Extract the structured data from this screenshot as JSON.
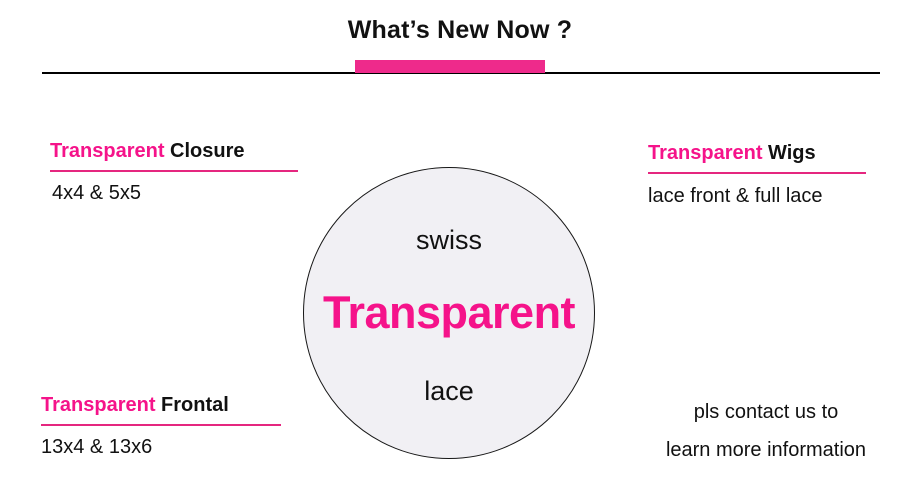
{
  "header": {
    "title": "What’s New Now ?",
    "accent_color": "#ee2a8b",
    "rule_color": "#000000"
  },
  "circle": {
    "top_word": "swiss",
    "main_word": "Transparent",
    "bottom_word": "lace",
    "fill_color": "#f1f0f4",
    "border_color": "#171717",
    "main_word_color": "#f5138a"
  },
  "features": [
    {
      "id": "closure",
      "accent_word": "Transparent",
      "plain_word": "Closure",
      "sub": "4x4 & 5x5"
    },
    {
      "id": "frontal",
      "accent_word": "Transparent",
      "plain_word": "Frontal",
      "sub": "13x4 & 13x6"
    },
    {
      "id": "wigs",
      "accent_word": "Transparent",
      "plain_word": "Wigs",
      "sub": "lace front & full lace"
    }
  ],
  "contact": {
    "line1": "pls contact us to",
    "line2": "learn more information"
  }
}
